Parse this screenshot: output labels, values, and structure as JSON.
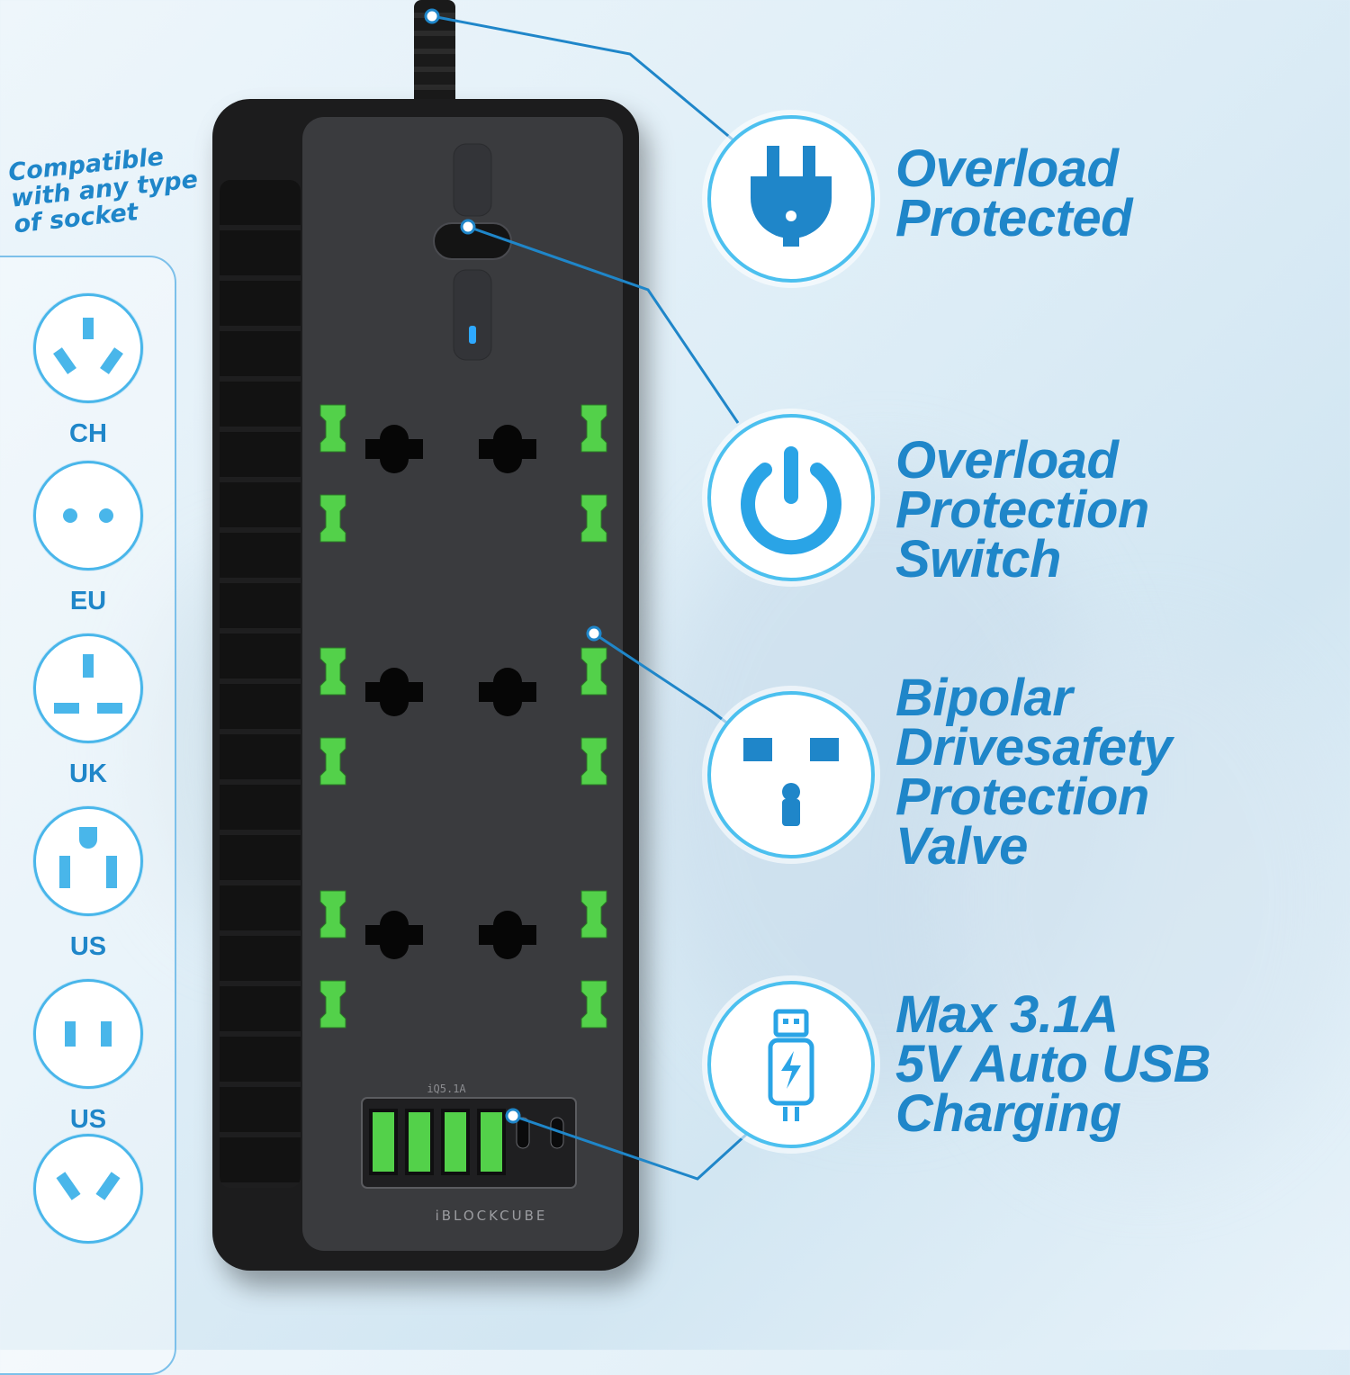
{
  "sidebar": {
    "title": "Compatible with any type of socket",
    "plugs": [
      {
        "label": "CH",
        "icon": "ch-plug-icon"
      },
      {
        "label": "EU",
        "icon": "eu-plug-icon"
      },
      {
        "label": "UK",
        "icon": "uk-plug-icon"
      },
      {
        "label": "US",
        "icon": "us-plug-icon"
      },
      {
        "label": "US",
        "icon": "us-flat-plug-icon"
      },
      {
        "label": "",
        "icon": "au-plug-icon"
      }
    ]
  },
  "product": {
    "brand": "iBLOCKCUBE",
    "usb_rating": "iQ5.1A",
    "colors": {
      "body": "#1c1c1d",
      "face": "#3a3b3e",
      "shutter": "#53d14a",
      "indicator": "#2ea8ff"
    }
  },
  "features": [
    {
      "lines": [
        "Overload",
        "Protected"
      ],
      "icon": "plug-icon"
    },
    {
      "lines": [
        "Overload",
        "Protection",
        "Switch"
      ],
      "icon": "power-icon"
    },
    {
      "lines": [
        "Bipolar",
        "Drivesafety",
        "Protection",
        "Valve"
      ],
      "icon": "socket-valve-icon"
    },
    {
      "lines": [
        "Max 3.1A",
        "5V Auto USB",
        "Charging"
      ],
      "icon": "usb-charging-icon"
    }
  ],
  "accent_color": "#1f86c9"
}
